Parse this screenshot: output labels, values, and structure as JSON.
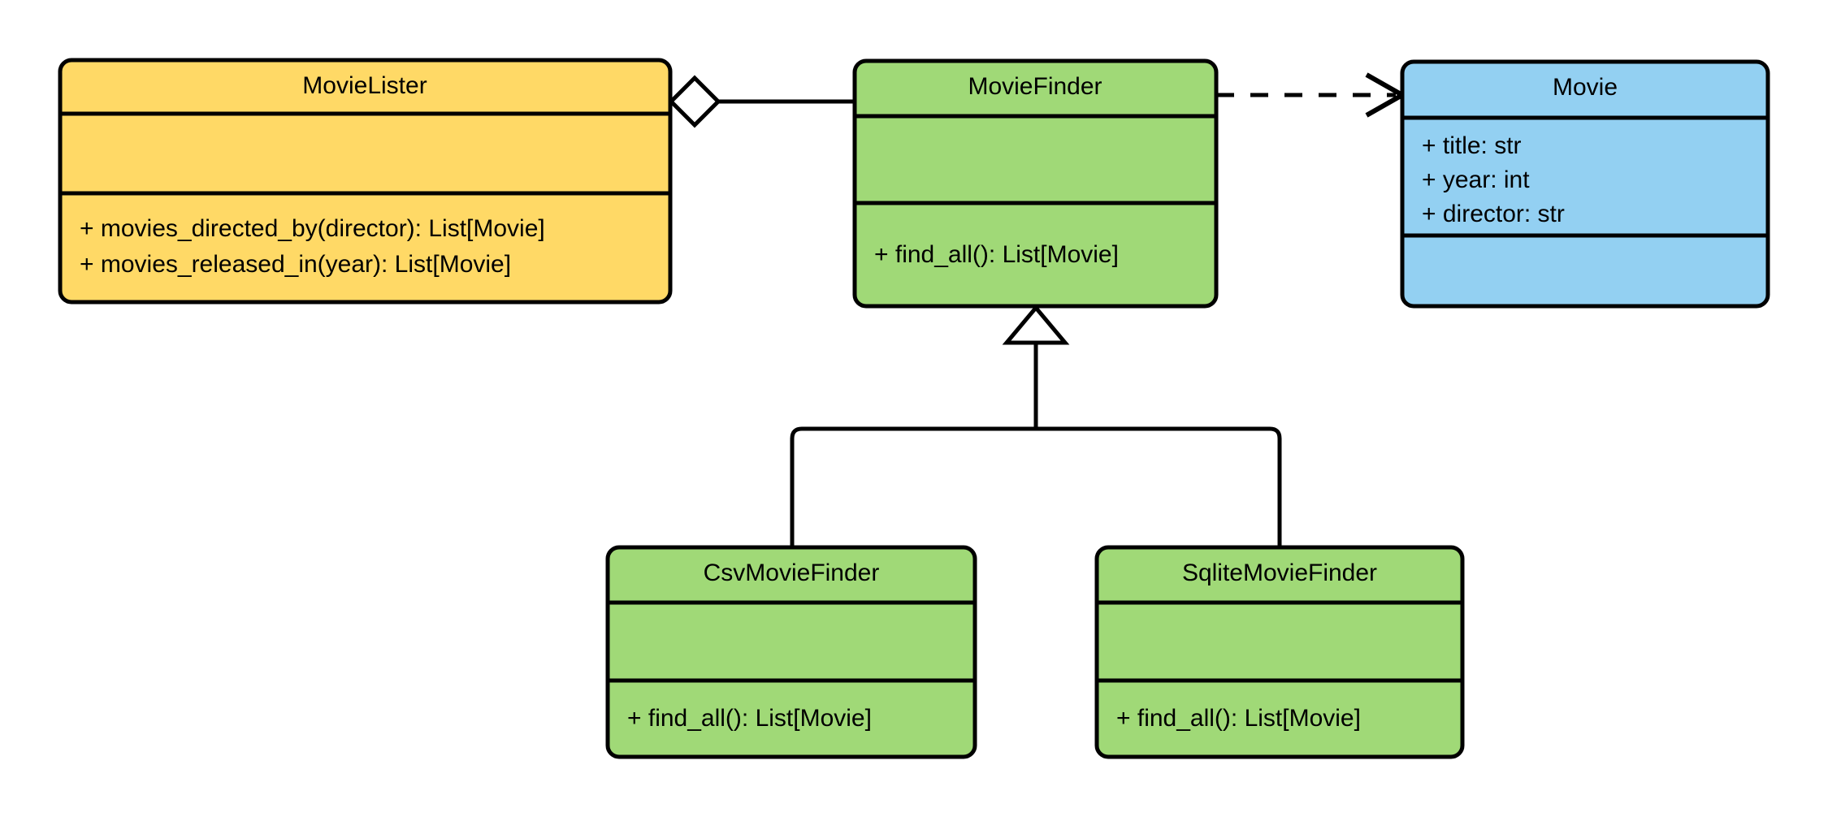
{
  "diagram": {
    "kind": "uml-class-diagram",
    "title": "MovieLister dependency injection UML class diagram",
    "background_color": "#FFFFFF",
    "line_color": "#000000"
  },
  "palette": {
    "yellow": "#FFD966",
    "green": "#A0D977",
    "blue": "#93D0F2",
    "white": "#FFFFFF",
    "black": "#000000"
  },
  "classes": {
    "movie_lister": {
      "name": "MovieLister",
      "fill": "#FFD966",
      "attributes": [],
      "methods": [
        "+ movies_directed_by(director): List[Movie]",
        "+ movies_released_in(year): List[Movie]"
      ]
    },
    "movie_finder": {
      "name": "MovieFinder",
      "fill": "#A0D977",
      "attributes": [],
      "methods": [
        "+ find_all(): List[Movie]"
      ]
    },
    "movie": {
      "name": "Movie",
      "fill": "#93D0F2",
      "attributes": [
        "+ title: str",
        "+ year: int",
        "+ director: str"
      ],
      "methods": []
    },
    "csv_movie_finder": {
      "name": "CsvMovieFinder",
      "fill": "#A0D977",
      "attributes": [],
      "methods": [
        "+ find_all(): List[Movie]"
      ]
    },
    "sqlite_movie_finder": {
      "name": "SqliteMovieFinder",
      "fill": "#A0D977",
      "attributes": [],
      "methods": [
        "+ find_all(): List[Movie]"
      ]
    }
  },
  "relationships": [
    {
      "id": "aggregation-lister-finder",
      "type": "aggregation",
      "marker": "hollow-diamond",
      "source": "MovieLister",
      "target": "MovieFinder",
      "line_style": "solid"
    },
    {
      "id": "dependency-finder-movie",
      "type": "dependency",
      "marker": "open-arrow",
      "source": "MovieFinder",
      "target": "Movie",
      "line_style": "dashed"
    },
    {
      "id": "generalization-csv-finder",
      "type": "generalization",
      "marker": "hollow-triangle",
      "source": "CsvMovieFinder",
      "target": "MovieFinder",
      "line_style": "solid"
    },
    {
      "id": "generalization-sqlite-finder",
      "type": "generalization",
      "marker": "hollow-triangle",
      "source": "SqliteMovieFinder",
      "target": "MovieFinder",
      "line_style": "solid"
    }
  ]
}
